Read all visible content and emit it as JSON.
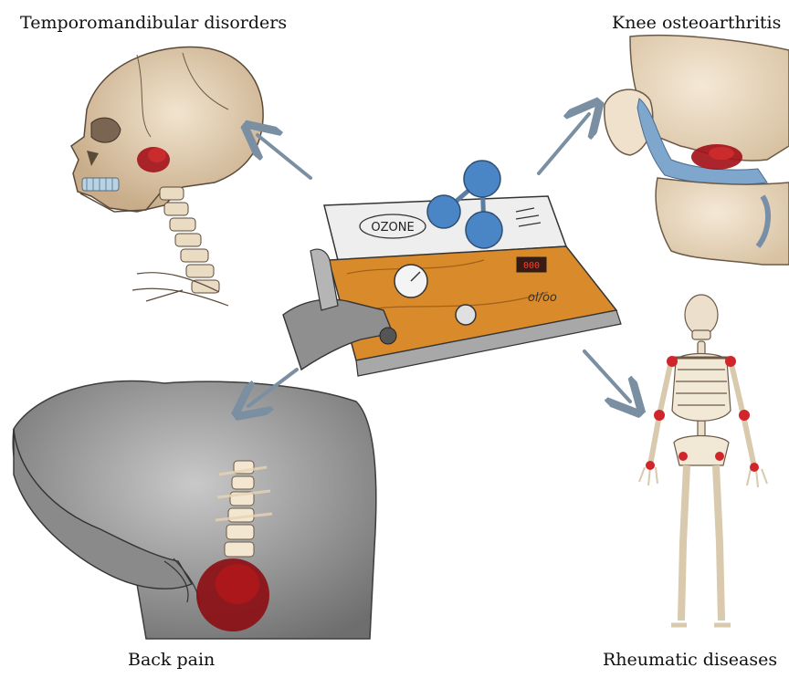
{
  "labels": {
    "tmd": "Temporomandibular disorders",
    "knee": "Knee osteoarthritis",
    "back": "Back pain",
    "rheum": "Rheumatic diseases"
  },
  "device": {
    "panel_text": "OZONE",
    "display_text": "000",
    "panel_scribble": "ol/oo"
  },
  "colors": {
    "arrow": "#7b8fa3",
    "pain_red": "#a3121a",
    "bone": "#e8d6bb",
    "skin_gray": "#9a9a9a",
    "device_orange": "#d98a2a",
    "molecule_blue": "#4a86c5"
  }
}
